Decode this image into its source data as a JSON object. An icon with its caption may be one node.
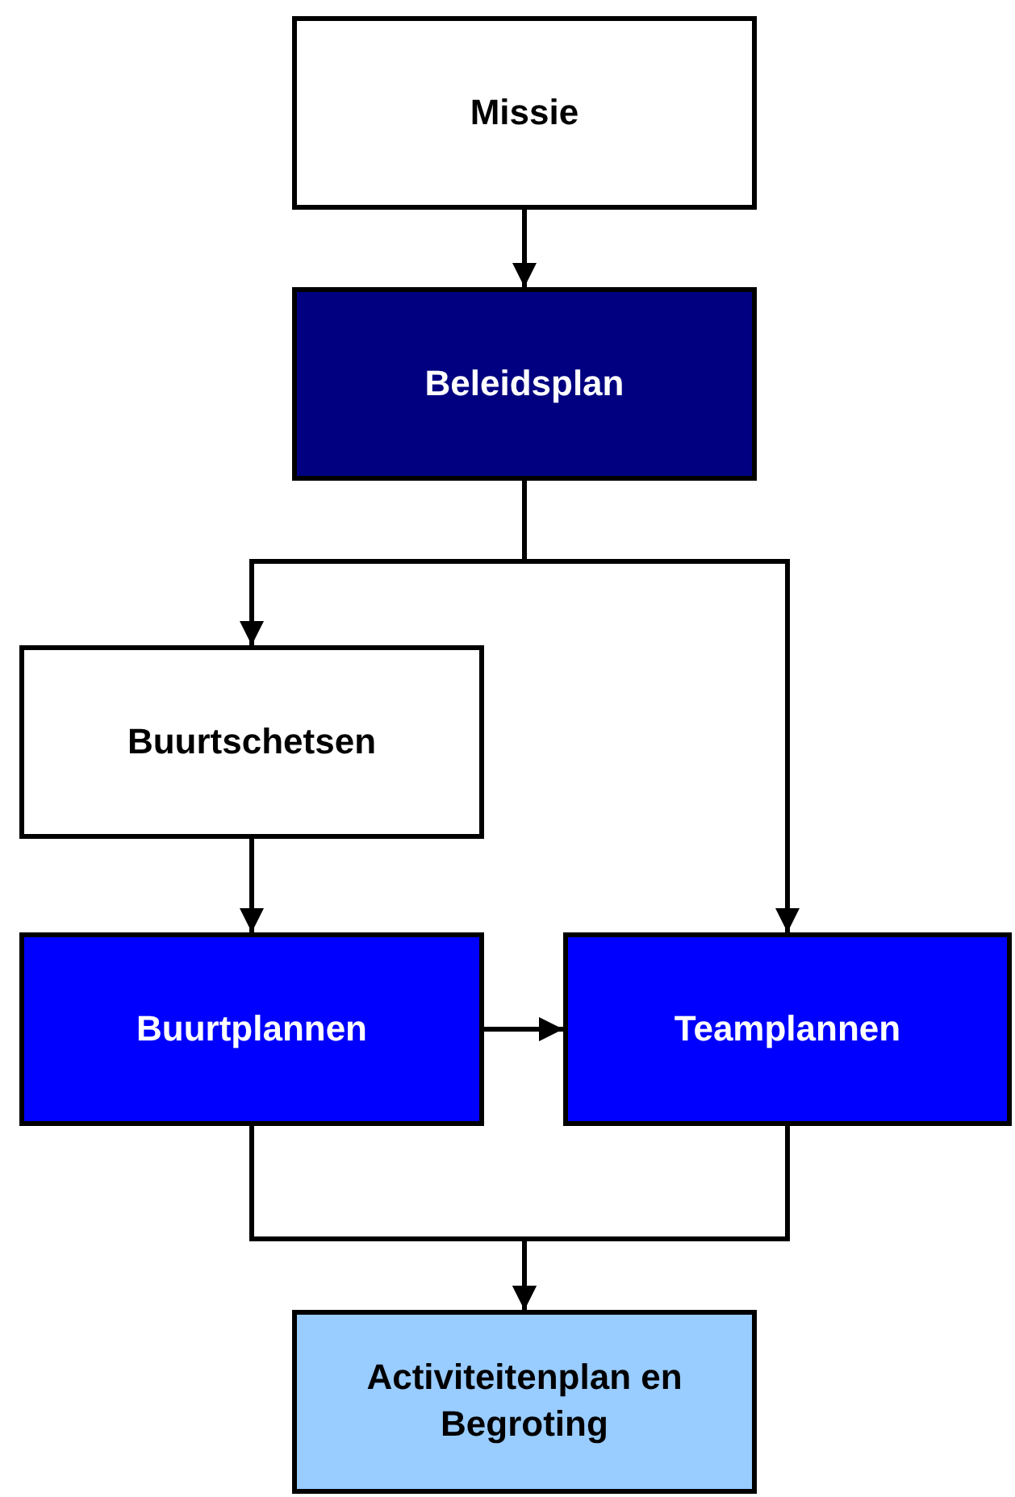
{
  "diagram": {
    "nodes": [
      {
        "text": [
          "Missie"
        ]
      },
      {
        "text": [
          "Beleidsplan"
        ]
      },
      {
        "text": [
          "Buurtschetsen"
        ]
      },
      {
        "text": [
          "Buurtplannen"
        ]
      },
      {
        "text": [
          "Teamplannen"
        ]
      },
      {
        "text": [
          "Activiteitenplan en Begroting"
        ]
      }
    ],
    "edges": [
      {
        "from": 0,
        "to": 1,
        "arrow": "to"
      },
      {
        "from": 1,
        "to": 2,
        "arrow": "to"
      },
      {
        "from": 1,
        "to": 4,
        "arrow": "to"
      },
      {
        "from": 2,
        "to": 3,
        "arrow": "to"
      },
      {
        "from": 3,
        "to": 4,
        "arrow": "to"
      },
      {
        "from": 3,
        "to": 5,
        "arrow": "to"
      },
      {
        "from": 4,
        "to": 5,
        "arrow": "to"
      }
    ]
  }
}
